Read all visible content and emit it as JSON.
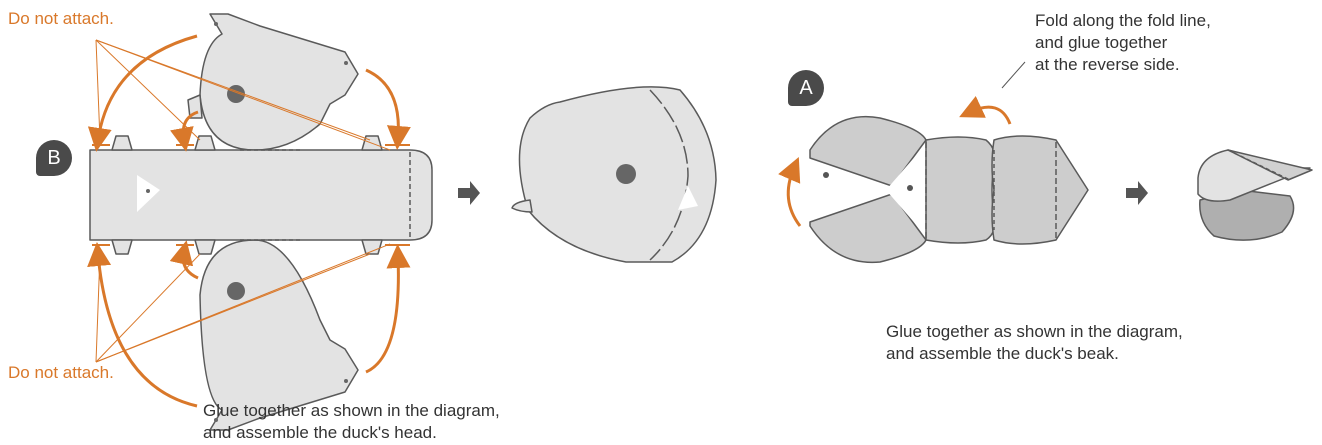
{
  "labels": {
    "do_not_attach_top": "Do not attach.",
    "do_not_attach_bottom": "Do not attach.",
    "head_caption_line1": "Glue together as shown in the diagram,",
    "head_caption_line2": "and assemble the duck's head.",
    "beak_caption_line1": "Glue together as shown in the diagram,",
    "beak_caption_line2": "and assemble the duck's beak.",
    "fold_note_line1": "Fold along the fold line,",
    "fold_note_line2": "and glue together",
    "fold_note_line3": "at the reverse side."
  },
  "badges": {
    "a": "A",
    "b": "B"
  },
  "colors": {
    "accent": "#D9782A",
    "paper_light": "#E3E3E3",
    "paper_beak": "#CDCDCD",
    "outline": "#5A5A5A",
    "text": "#333333",
    "badge": "#4A4A4A"
  },
  "icons": [
    "arrow-right-icon",
    "curved-arrow-icon"
  ]
}
